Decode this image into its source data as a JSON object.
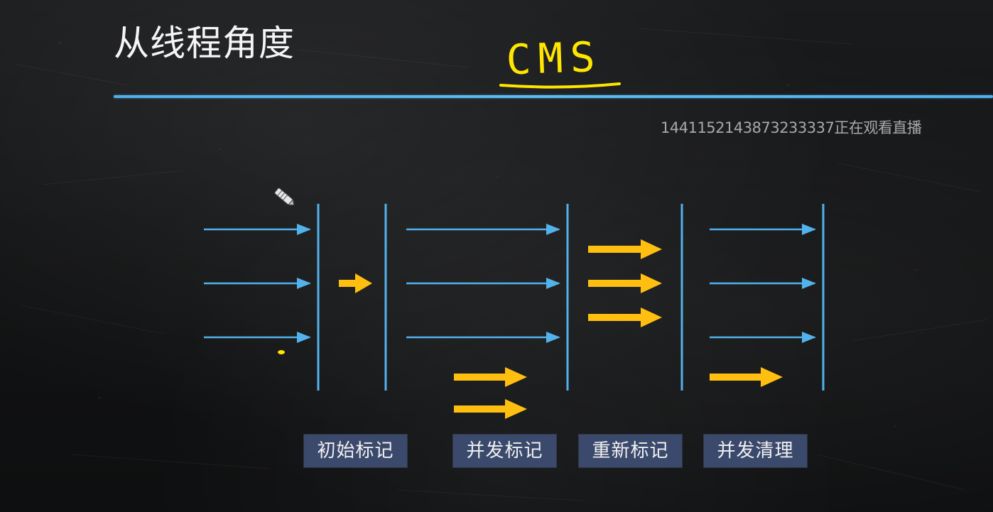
{
  "title": "从线程角度",
  "handwritten_label": "CMS",
  "viewer_count_text": "1441152143873233337正在观看直播",
  "phase_labels": [
    "初始标记",
    "并发标记",
    "重新标记",
    "并发清理"
  ],
  "colors": {
    "thread_line": "#52b2ec",
    "highlight_arrow": "#ffbf10",
    "label_background": "#3b4a6c",
    "handwriting": "#ffe600"
  },
  "icons": [
    "marker-pen-icon"
  ]
}
